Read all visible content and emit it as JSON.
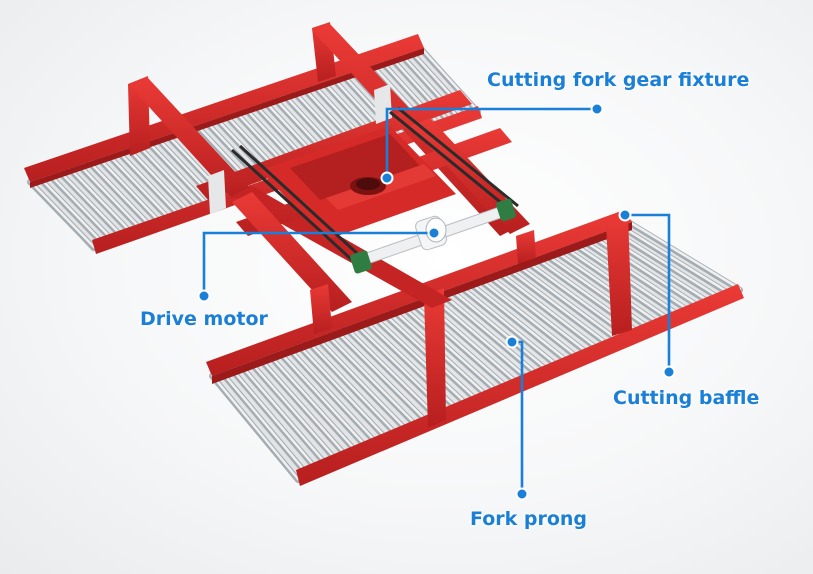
{
  "colors": {
    "frame": "#d92a2a",
    "frame_dark": "#a51d1d",
    "roller": "#d8dcdf",
    "roller_shade": "#9aa1a6",
    "callout": "#1a7fd6"
  },
  "callouts": {
    "gear_fixture": "Cutting fork gear fixture",
    "drive_motor": "Drive motor",
    "cutting_baffle": "Cutting baffle",
    "fork_prong": "Fork prong"
  }
}
